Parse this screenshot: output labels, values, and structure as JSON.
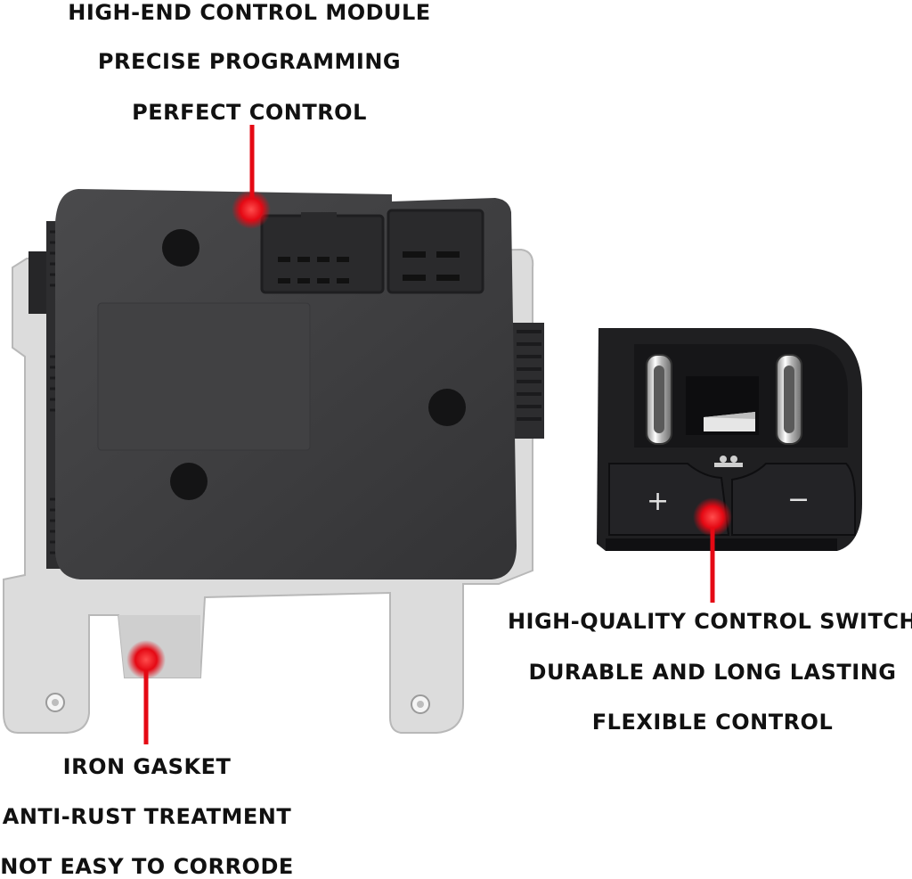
{
  "colors": {
    "accent": "#e50914",
    "module_body": "#3d3d3f",
    "bracket": "#d9d9d9",
    "switch_body": "#1c1c1e"
  },
  "module": {
    "captions": [
      "HIGH-END CONTROL MODULE",
      "PRECISE PROGRAMMING",
      "PERFECT CONTROL"
    ]
  },
  "gasket": {
    "captions": [
      "IRON GASKET",
      "ANTI-RUST TREATMENT",
      "NOT EASY TO CORRODE"
    ]
  },
  "switch": {
    "captions": [
      "HIGH-QUALITY CONTROL SWITCH",
      "DURABLE AND LONG LASTING",
      "FLEXIBLE CONTROL"
    ],
    "plus_symbol": "+",
    "minus_symbol": "−"
  }
}
